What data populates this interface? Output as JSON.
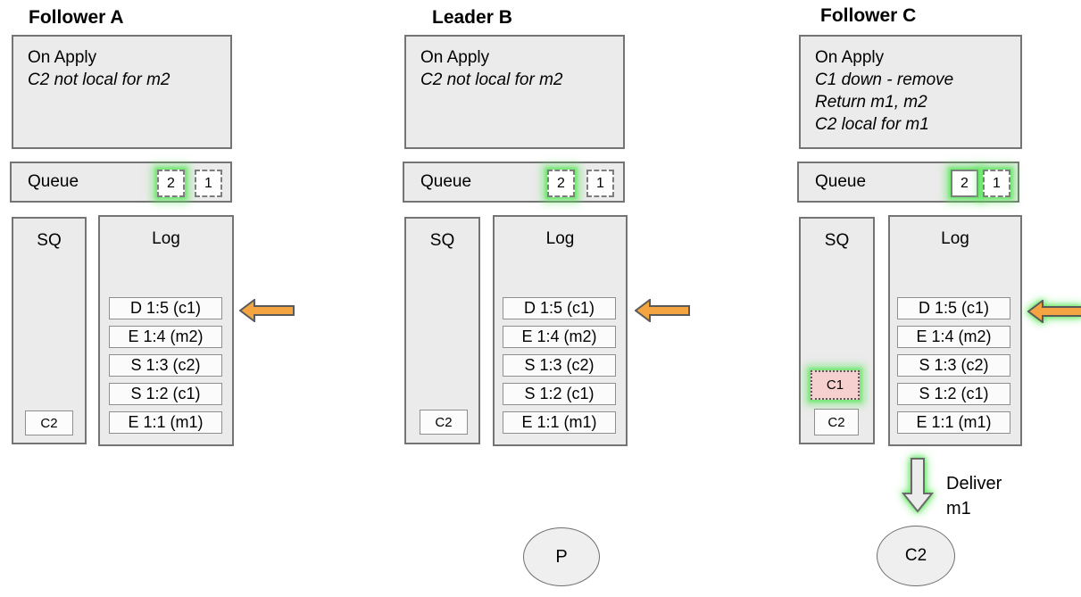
{
  "colors": {
    "panel_fill": "#ebebeb",
    "panel_border": "#747474",
    "entry_fill": "#fbfbfb",
    "glow_green": "#5ee85e",
    "arrow_orange": "#f4a440",
    "highlight_pink": "#f6cfcf"
  },
  "columns": [
    {
      "title": "Follower A",
      "on_apply": {
        "heading": "On Apply",
        "notes": [
          "C2 not local for m2"
        ]
      },
      "queue": {
        "label": "Queue",
        "slots": [
          {
            "value": "2"
          },
          {
            "value": "1"
          }
        ]
      },
      "sq": {
        "label": "SQ",
        "items": [
          {
            "value": "C2"
          }
        ]
      },
      "log": {
        "label": "Log",
        "entries": [
          "D 1:5 (c1)",
          "E 1:4 (m2)",
          "S 1:3 (c2)",
          "S 1:2 (c1)",
          "E 1:1 (m1)"
        ]
      }
    },
    {
      "title": "Leader B",
      "on_apply": {
        "heading": "On Apply",
        "notes": [
          "C2 not local for m2"
        ]
      },
      "queue": {
        "label": "Queue",
        "slots": [
          {
            "value": "2"
          },
          {
            "value": "1"
          }
        ]
      },
      "sq": {
        "label": "SQ",
        "items": [
          {
            "value": "C2"
          }
        ]
      },
      "log": {
        "label": "Log",
        "entries": [
          "D 1:5 (c1)",
          "E 1:4 (m2)",
          "S 1:3 (c2)",
          "S 1:2 (c1)",
          "E 1:1 (m1)"
        ]
      },
      "process": {
        "label": "P"
      }
    },
    {
      "title": "Follower C",
      "on_apply": {
        "heading": "On Apply",
        "notes": [
          "C1 down - remove",
          "Return m1, m2",
          "C2 local for m1"
        ]
      },
      "queue": {
        "label": "Queue",
        "slots": [
          {
            "value": "2"
          },
          {
            "value": "1"
          }
        ]
      },
      "sq": {
        "label": "SQ",
        "items": [
          {
            "value": "C1"
          },
          {
            "value": "C2"
          }
        ]
      },
      "log": {
        "label": "Log",
        "entries": [
          "D 1:5 (c1)",
          "E 1:4 (m2)",
          "S 1:3 (c2)",
          "S 1:2 (c1)",
          "E 1:1 (m1)"
        ]
      },
      "deliver": {
        "lines": [
          "Deliver",
          "m1"
        ]
      },
      "client": {
        "label": "C2"
      }
    }
  ]
}
